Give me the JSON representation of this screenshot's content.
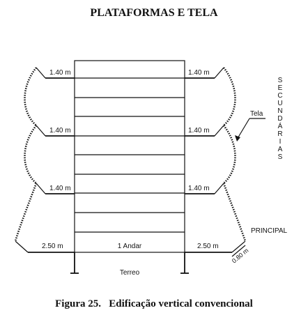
{
  "title": "PLATAFORMAS E TELA",
  "caption": "Figura 25.   Edificação vertical convencional",
  "labels": {
    "dim_left_1": "1.40 m",
    "dim_left_2": "1.40 m",
    "dim_left_3": "1.40 m",
    "dim_right_1": "1.40 m",
    "dim_right_2": "1.40 m",
    "dim_right_3": "1.40 m",
    "dim_base_left": "2.50 m",
    "dim_base_right": "2.50 m",
    "floor_label": "1 Andar",
    "ground_label": "Terreo",
    "net_label": "Tela",
    "principal_label": "PRINCIPAL",
    "slope_label": "0.80 m"
  },
  "vertical_text": [
    "S",
    "E",
    "C",
    "U",
    "N",
    "D",
    "Á",
    "R",
    "I",
    "A",
    "S"
  ]
}
